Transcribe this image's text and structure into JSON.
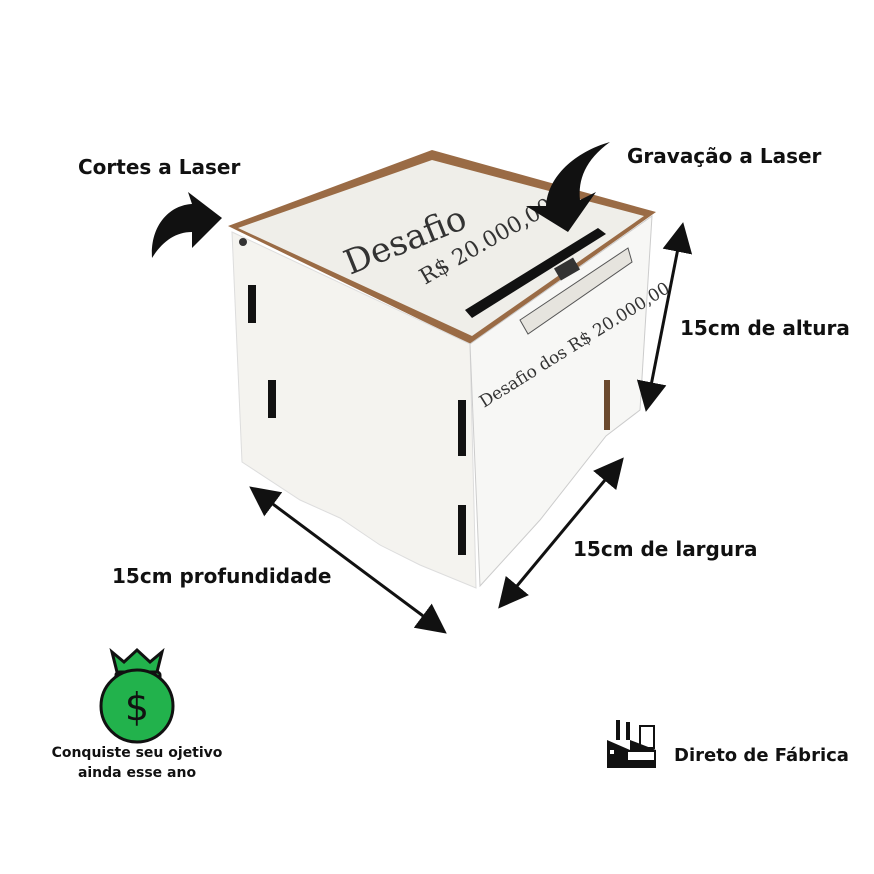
{
  "labels": {
    "laser_cut": "Cortes a Laser",
    "laser_engraving": "Gravação a Laser",
    "height": "15cm de altura",
    "width": "15cm de largura",
    "depth": "15cm profundidade",
    "goal_line1": "Conquiste seu ojetivo",
    "goal_line2": "ainda esse ano",
    "factory": "Direto de Fábrica"
  },
  "box_engraving": {
    "top_title": "Desafio",
    "top_amount": "R$ 20.000,00",
    "side_title": "Desafio dos R$ 20.000,00"
  },
  "icons": {
    "curved_arrow_left": "curved-arrow-icon",
    "curved_arrow_right": "curved-arrow-icon",
    "money_bag": "money-bag-icon",
    "factory": "factory-icon"
  },
  "colors": {
    "money_bag_green": "#22b24c",
    "box_white": "#f1f0ec",
    "wood_edge": "#9a6b45"
  }
}
